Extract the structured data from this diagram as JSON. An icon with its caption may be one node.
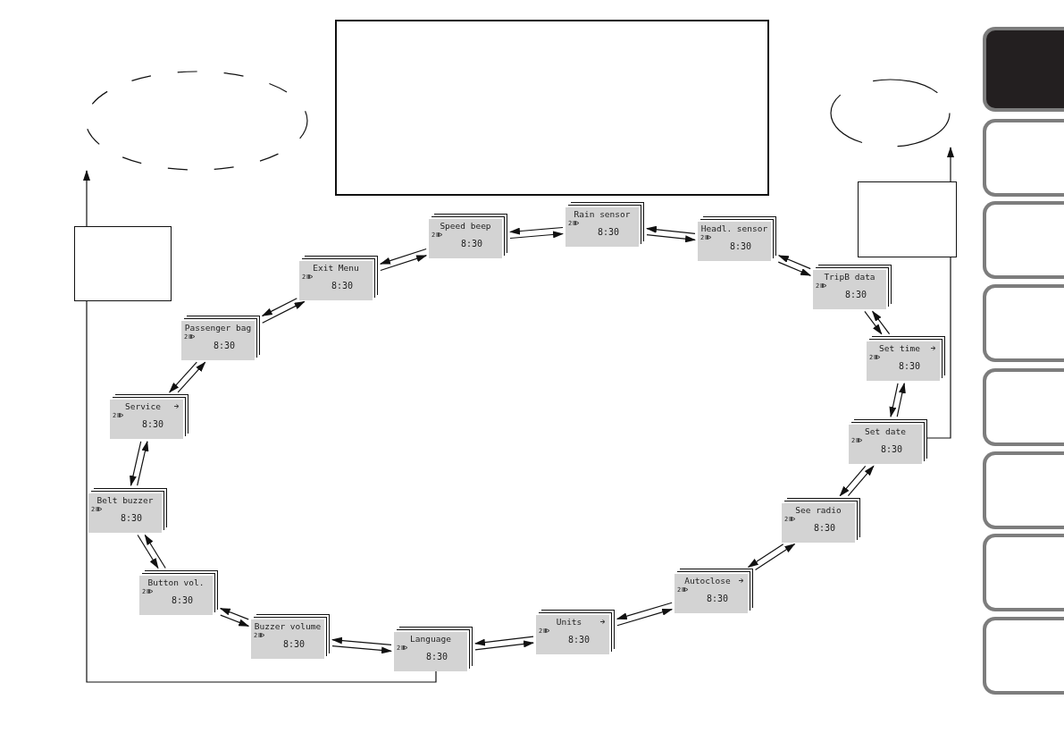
{
  "diagram": {
    "nodes": [
      {
        "text": [],
        "shape": "box"
      },
      {
        "text": [],
        "shape": "ellipse"
      },
      {
        "text": [],
        "shape": "ellipse"
      },
      {
        "text": [],
        "shape": "box"
      },
      {
        "text": [],
        "shape": "box"
      },
      {
        "text": [
          "Rain sensor",
          "2",
          "8:30"
        ]
      },
      {
        "text": [
          "Headl. sensor",
          "2",
          "8:30"
        ]
      },
      {
        "text": [
          "TripB data",
          "2",
          "8:30"
        ]
      },
      {
        "text": [
          "Set time",
          "2",
          "8:30"
        ]
      },
      {
        "text": [
          "Set date",
          "2",
          "8:30"
        ]
      },
      {
        "text": [
          "See radio",
          "2",
          "8:30"
        ]
      },
      {
        "text": [
          "Autoclose",
          "2",
          "8:30"
        ]
      },
      {
        "text": [
          "Units",
          "2",
          "8:30"
        ]
      },
      {
        "text": [
          "Language",
          "2",
          "8:30"
        ]
      },
      {
        "text": [
          "Buzzer volume",
          "2",
          "8:30"
        ]
      },
      {
        "text": [
          "Button vol.",
          "2",
          "8:30"
        ]
      },
      {
        "text": [
          "Belt buzzer",
          "2",
          "8:30"
        ]
      },
      {
        "text": [
          "Service",
          "2",
          "8:30"
        ]
      },
      {
        "text": [
          "Passenger bag",
          "2",
          "8:30"
        ]
      },
      {
        "text": [
          "Exit Menu",
          "2",
          "8:30"
        ]
      },
      {
        "text": [
          "Speed beep",
          "2",
          "8:30"
        ]
      }
    ],
    "edges": [
      {
        "from": 5,
        "to": 6,
        "arrow": "to"
      },
      {
        "from": 6,
        "to": 5,
        "arrow": "to"
      },
      {
        "from": 6,
        "to": 7,
        "arrow": "to"
      },
      {
        "from": 7,
        "to": 6,
        "arrow": "to"
      },
      {
        "from": 7,
        "to": 8,
        "arrow": "to"
      },
      {
        "from": 8,
        "to": 7,
        "arrow": "to"
      },
      {
        "from": 8,
        "to": 9,
        "arrow": "to"
      },
      {
        "from": 9,
        "to": 8,
        "arrow": "to"
      },
      {
        "from": 9,
        "to": 10,
        "arrow": "to"
      },
      {
        "from": 10,
        "to": 9,
        "arrow": "to"
      },
      {
        "from": 10,
        "to": 11,
        "arrow": "to"
      },
      {
        "from": 11,
        "to": 10,
        "arrow": "to"
      },
      {
        "from": 11,
        "to": 12,
        "arrow": "to"
      },
      {
        "from": 12,
        "to": 11,
        "arrow": "to"
      },
      {
        "from": 12,
        "to": 13,
        "arrow": "to"
      },
      {
        "from": 13,
        "to": 12,
        "arrow": "to"
      },
      {
        "from": 13,
        "to": 14,
        "arrow": "to"
      },
      {
        "from": 14,
        "to": 13,
        "arrow": "to"
      },
      {
        "from": 14,
        "to": 15,
        "arrow": "to"
      },
      {
        "from": 15,
        "to": 14,
        "arrow": "to"
      },
      {
        "from": 15,
        "to": 16,
        "arrow": "to"
      },
      {
        "from": 16,
        "to": 15,
        "arrow": "to"
      },
      {
        "from": 16,
        "to": 17,
        "arrow": "to"
      },
      {
        "from": 17,
        "to": 16,
        "arrow": "to"
      },
      {
        "from": 17,
        "to": 18,
        "arrow": "to"
      },
      {
        "from": 18,
        "to": 17,
        "arrow": "to"
      },
      {
        "from": 18,
        "to": 19,
        "arrow": "to"
      },
      {
        "from": 19,
        "to": 18,
        "arrow": "to"
      },
      {
        "from": 19,
        "to": 20,
        "arrow": "to"
      },
      {
        "from": 20,
        "to": 19,
        "arrow": "to"
      },
      {
        "from": 20,
        "to": 5,
        "arrow": "to"
      },
      {
        "from": 5,
        "to": 20,
        "arrow": "to"
      },
      {
        "from": 13,
        "to": 3,
        "arrow": "none"
      },
      {
        "from": 3,
        "to": 1,
        "arrow": "to"
      },
      {
        "from": 9,
        "to": 4,
        "arrow": "none"
      },
      {
        "from": 4,
        "to": 2,
        "arrow": "to"
      }
    ]
  }
}
